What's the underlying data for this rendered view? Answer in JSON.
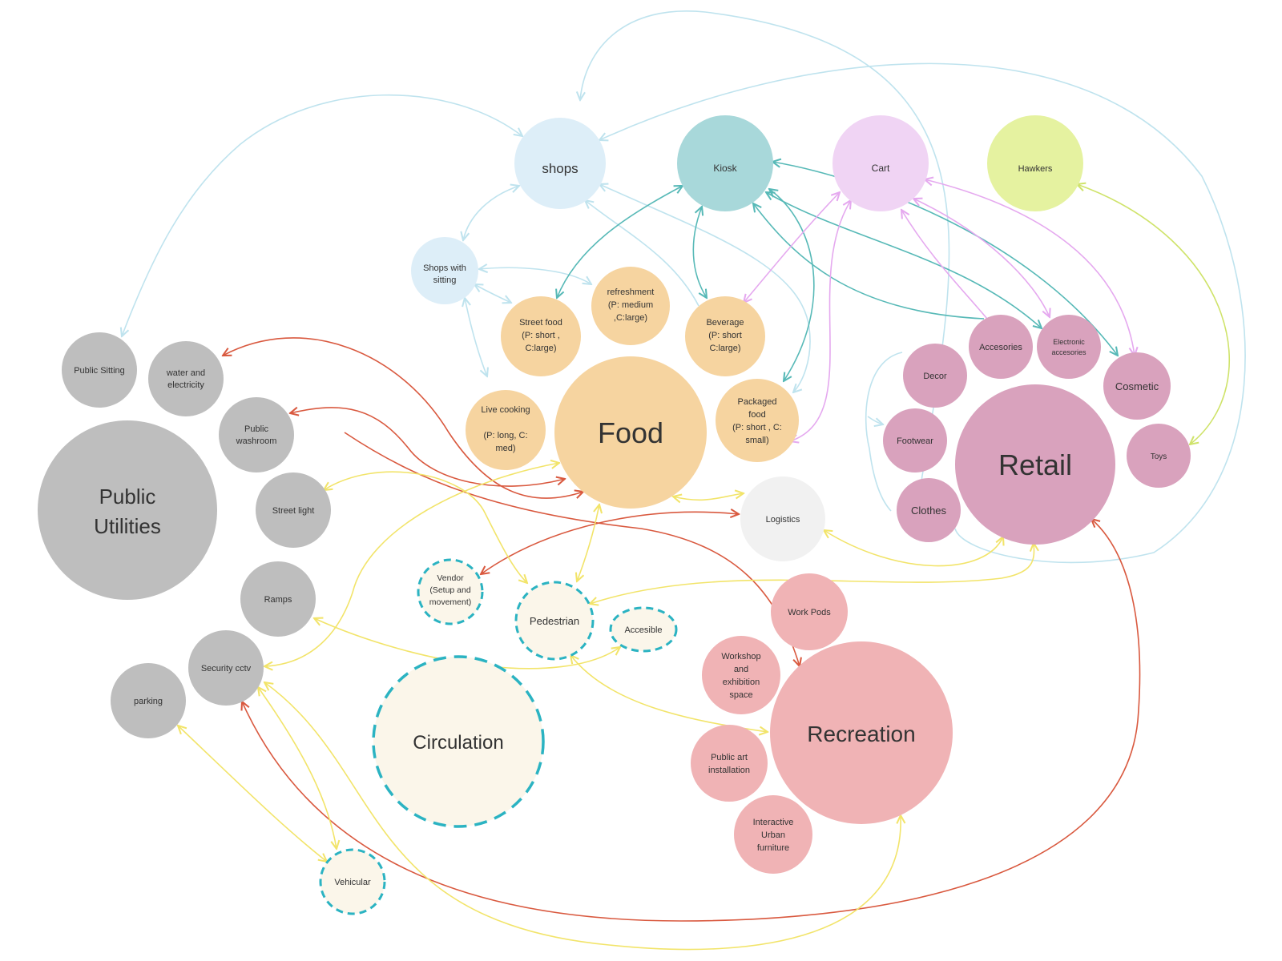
{
  "palette": {
    "light_blue": "#bfe3ee",
    "teal": "#57b9b7",
    "pink_arrow": "#e5a9ef",
    "lime_arrow": "#cfe36a",
    "red": "#d9593f",
    "yellow": "#f2e46a",
    "dashed_border": "#2bb3c2"
  },
  "nodes": [
    {
      "id": "shops",
      "label": "shops",
      "fill": "#ddeef8",
      "shape": "circle"
    },
    {
      "id": "kiosk",
      "label": "Kiosk",
      "fill": "#a8d8da",
      "shape": "circle"
    },
    {
      "id": "cart",
      "label": "Cart",
      "fill": "#f0d4f4",
      "shape": "circle"
    },
    {
      "id": "hawkers",
      "label": "Hawkers",
      "fill": "#e5f2a0",
      "shape": "circle"
    },
    {
      "id": "shops-with-sitting",
      "label": "Shops with sitting",
      "fill": "#ddeef8",
      "shape": "circle"
    },
    {
      "id": "refreshment",
      "label": "refreshment (P: medium ,C:large)",
      "fill": "#f6d4a0",
      "shape": "circle"
    },
    {
      "id": "street-food",
      "label": "Street food (P: short , C:large)",
      "fill": "#f6d4a0",
      "shape": "circle"
    },
    {
      "id": "beverage",
      "label": "Beverage (P: short C:large)",
      "fill": "#f6d4a0",
      "shape": "circle"
    },
    {
      "id": "live-cooking",
      "label": "Live cooking (P: long, C: med)",
      "fill": "#f6d4a0",
      "shape": "circle"
    },
    {
      "id": "food",
      "label": "Food",
      "fill": "#f6d4a0",
      "shape": "circle"
    },
    {
      "id": "packaged-food",
      "label": "Packaged food (P: short , C: small)",
      "fill": "#f6d4a0",
      "shape": "circle"
    },
    {
      "id": "public-sitting",
      "label": "Public Sitting",
      "fill": "#bebebe",
      "shape": "circle"
    },
    {
      "id": "water-electricity",
      "label": "water and electricity",
      "fill": "#bebebe",
      "shape": "circle"
    },
    {
      "id": "public-washroom",
      "label": "Public washroom",
      "fill": "#bebebe",
      "shape": "circle"
    },
    {
      "id": "public-utilities",
      "label": "Public Utilities",
      "fill": "#bebebe",
      "shape": "circle"
    },
    {
      "id": "street-light",
      "label": "Street light",
      "fill": "#bebebe",
      "shape": "circle"
    },
    {
      "id": "ramps",
      "label": "Ramps",
      "fill": "#bebebe",
      "shape": "circle"
    },
    {
      "id": "security-cctv",
      "label": "Security cctv",
      "fill": "#bebebe",
      "shape": "circle"
    },
    {
      "id": "parking",
      "label": "parking",
      "fill": "#bebebe",
      "shape": "circle"
    },
    {
      "id": "logistics",
      "label": "Logistics",
      "fill": "#f1f1f1",
      "shape": "circle"
    },
    {
      "id": "vendor",
      "label": "Vendor (Setup and movement)",
      "fill": "#fbf6ea",
      "shape": "dashed"
    },
    {
      "id": "pedestrian",
      "label": "Pedestrian",
      "fill": "#fbf6ea",
      "shape": "dashed"
    },
    {
      "id": "accesible",
      "label": "Accesible",
      "fill": "#fbf6ea",
      "shape": "dashed"
    },
    {
      "id": "circulation",
      "label": "Circulation",
      "fill": "#fbf6ea",
      "shape": "dashed"
    },
    {
      "id": "vehicular",
      "label": "Vehicular",
      "fill": "#fbf6ea",
      "shape": "dashed"
    },
    {
      "id": "decor",
      "label": "Decor",
      "fill": "#d9a2bd",
      "shape": "circle"
    },
    {
      "id": "accesories",
      "label": "Accesories",
      "fill": "#d9a2bd",
      "shape": "circle"
    },
    {
      "id": "electronic-accesories",
      "label": "Electronic accesories",
      "fill": "#d9a2bd",
      "shape": "circle"
    },
    {
      "id": "cosmetic",
      "label": "Cosmetic",
      "fill": "#d9a2bd",
      "shape": "circle"
    },
    {
      "id": "footwear",
      "label": "Footwear",
      "fill": "#d9a2bd",
      "shape": "circle"
    },
    {
      "id": "retail",
      "label": "Retail",
      "fill": "#d9a2bd",
      "shape": "circle"
    },
    {
      "id": "toys",
      "label": "Toys",
      "fill": "#d9a2bd",
      "shape": "circle"
    },
    {
      "id": "clothes",
      "label": "Clothes",
      "fill": "#d9a2bd",
      "shape": "circle"
    },
    {
      "id": "work-pods",
      "label": "Work Pods",
      "fill": "#f0b3b5",
      "shape": "circle"
    },
    {
      "id": "workshop",
      "label": "Workshop and exhibition space",
      "fill": "#f0b3b5",
      "shape": "circle"
    },
    {
      "id": "recreation",
      "label": "Recreation",
      "fill": "#f0b3b5",
      "shape": "circle"
    },
    {
      "id": "public-art",
      "label": "Public art installation",
      "fill": "#f0b3b5",
      "shape": "circle"
    },
    {
      "id": "interactive-furniture",
      "label": "Interactive Urban furniture",
      "fill": "#f0b3b5",
      "shape": "circle"
    }
  ]
}
